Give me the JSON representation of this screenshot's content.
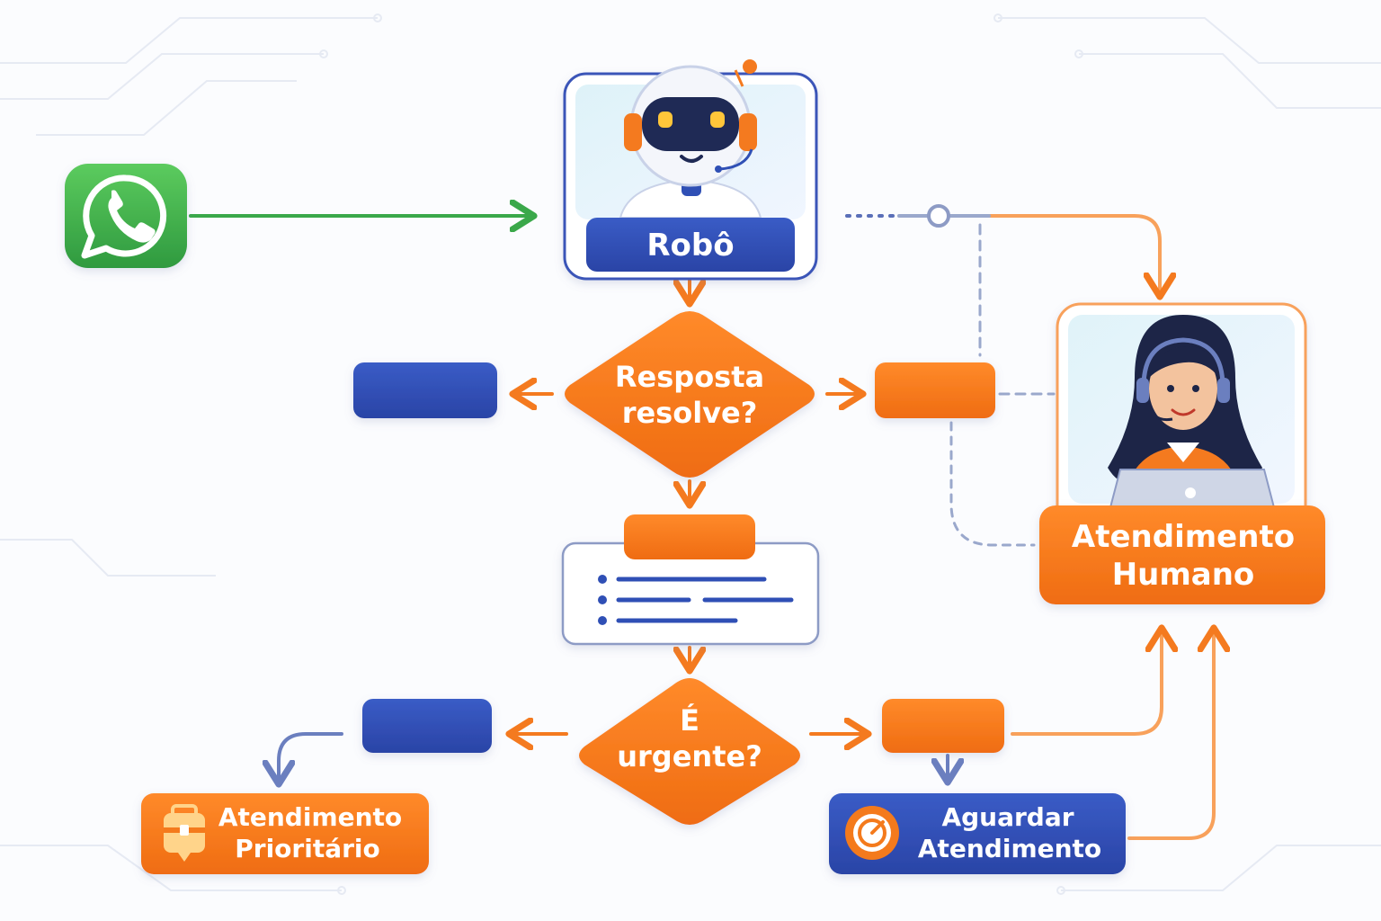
{
  "nodes": {
    "robot": {
      "label": "Robô"
    },
    "decision_resolve": {
      "line1": "Resposta",
      "line2": "resolve?"
    },
    "decision_urgent": {
      "line1": "É",
      "line2": "urgente?"
    },
    "human": {
      "line1": "Atendimento",
      "line2": "Humano"
    },
    "priority": {
      "line1": "Atendimento",
      "line2": "Prioritário"
    },
    "wait": {
      "line1": "Aguardar",
      "line2": "Atendimento"
    }
  },
  "icons": {
    "whatsapp": "whatsapp-icon",
    "robot": "robot-avatar-icon",
    "agent": "human-agent-avatar-icon",
    "priority": "briefcase-icon",
    "wait": "clock-icon"
  },
  "colors": {
    "orange": "#f47a1f",
    "blue": "#2f4fb5",
    "green": "#3aa84a",
    "dashed_gray": "#9aa8cc"
  }
}
